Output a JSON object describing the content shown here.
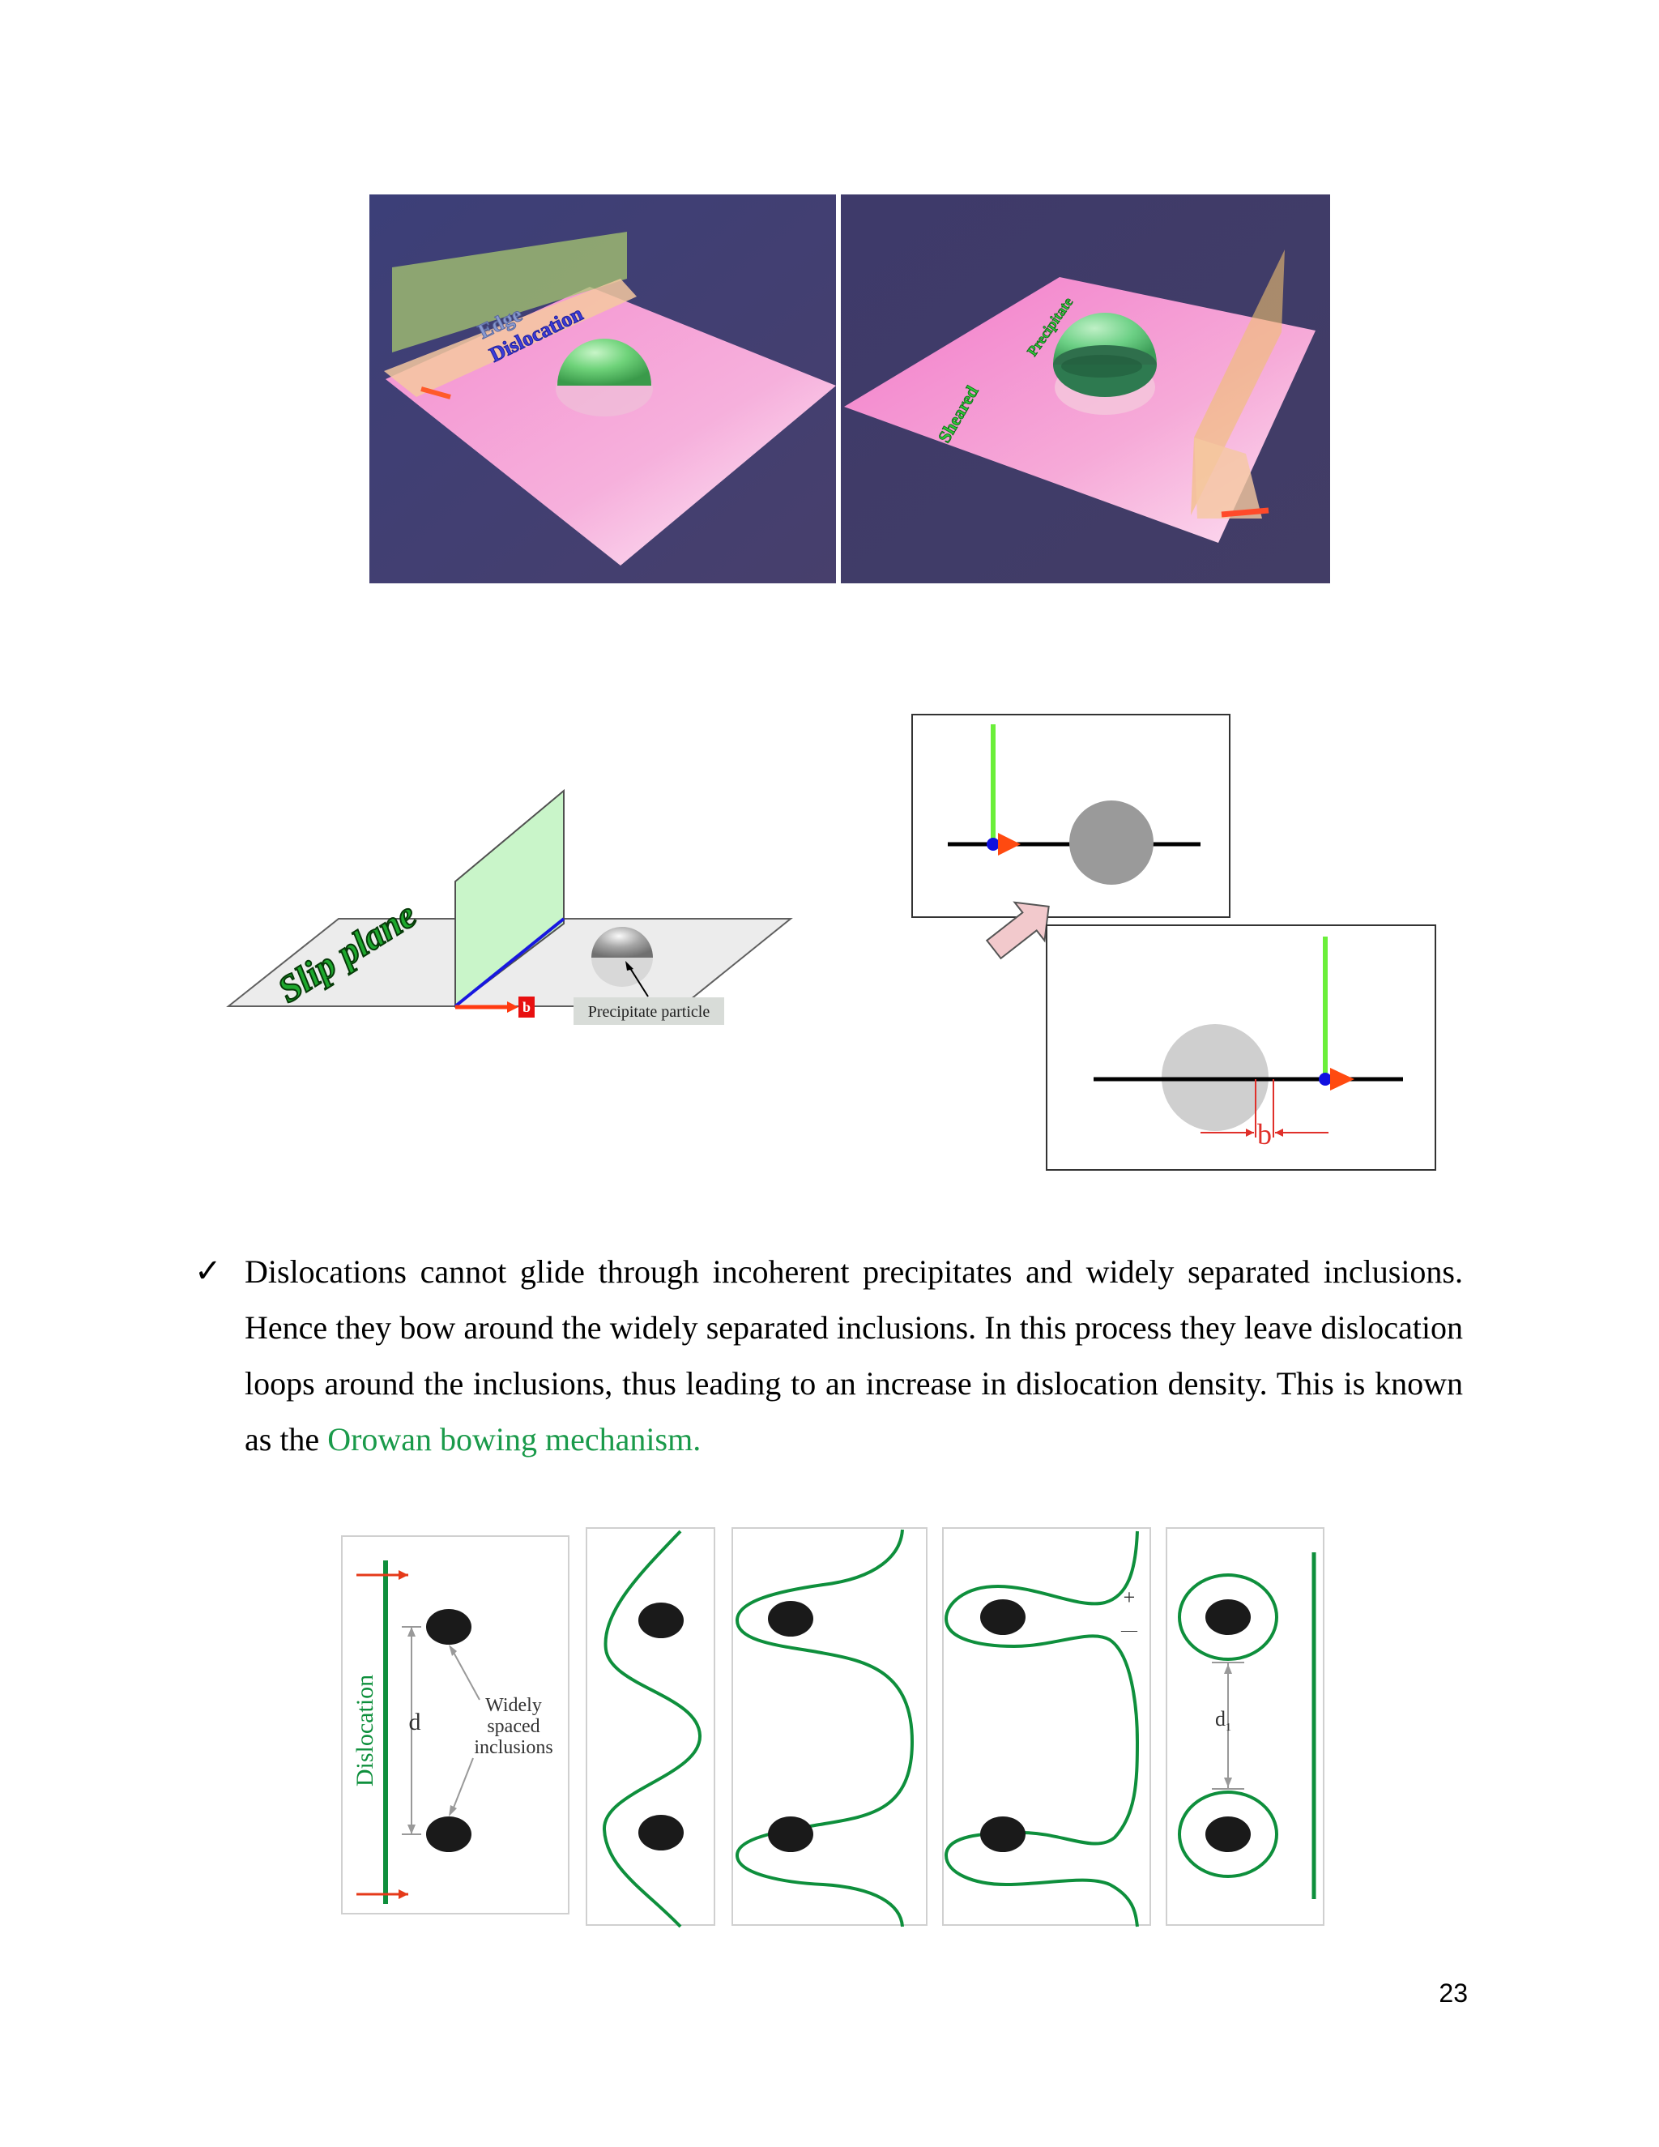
{
  "renders": {
    "left_labels": [
      "Edge",
      "Dislocation"
    ],
    "right_labels": [
      "Precipitate",
      "Sheared"
    ]
  },
  "slip_diagram": {
    "plane_label": "Slip plane",
    "burgers_label": "b",
    "particle_label": "Precipitate particle"
  },
  "cutting_diagram": {
    "burgers_label": "b"
  },
  "paragraph": {
    "bullet": "✓",
    "text": "Dislocations cannot glide through incoherent precipitates and widely separated inclusions. Hence they bow around the widely separated inclusions. In this process they leave dislocation loops around the inclusions, thus leading to an increase in dislocation density. This is known as the ",
    "highlight": "Orowan bowing mechanism."
  },
  "orowan": {
    "dislocation_label": "Dislocation",
    "spacing_label": "d",
    "inclusions_label": [
      "Widely",
      "spaced",
      "inclusions"
    ],
    "plus": "+",
    "minus": "—",
    "final_spacing_label": "d",
    "final_spacing_subscript": "1"
  },
  "colors": {
    "green_text": "#1a9a4a",
    "dislocation_green": "#0e8f3c",
    "arrow_red": "#e53a1a",
    "render_bg": "#403a6a",
    "plane_pink": "#f6a8d8"
  },
  "page_number": "23"
}
